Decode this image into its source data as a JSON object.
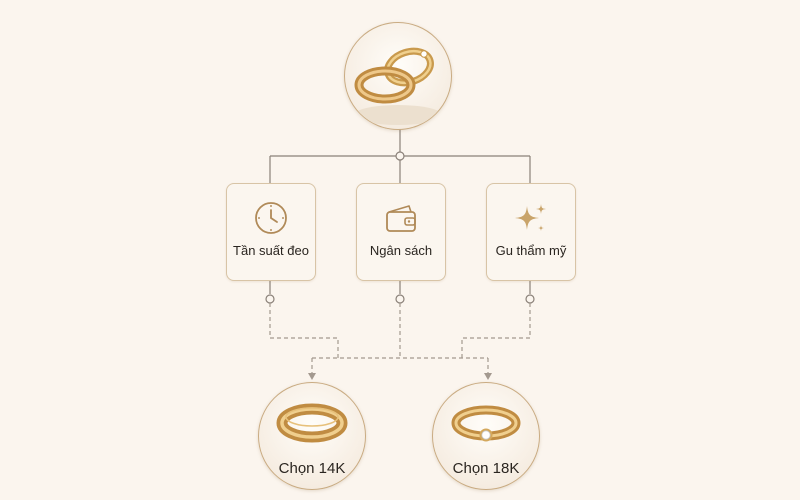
{
  "colors": {
    "background": "#fbf5ee",
    "gold_line": "#b49467",
    "connector": "#8a8078",
    "ring_gold": "#d9b36a",
    "text": "#2a2520"
  },
  "top_node": {
    "icon": "gold-rings-pair-icon"
  },
  "factors": [
    {
      "label": "Tần suất đeo",
      "icon": "clock-icon"
    },
    {
      "label": "Ngân sách",
      "icon": "wallet-icon"
    },
    {
      "label": "Gu thẩm mỹ",
      "icon": "sparkles-icon"
    }
  ],
  "results": [
    {
      "label": "Chọn 14K",
      "icon": "plain-gold-ring-icon"
    },
    {
      "label": "Chọn 18K",
      "icon": "diamond-gold-ring-icon"
    }
  ]
}
